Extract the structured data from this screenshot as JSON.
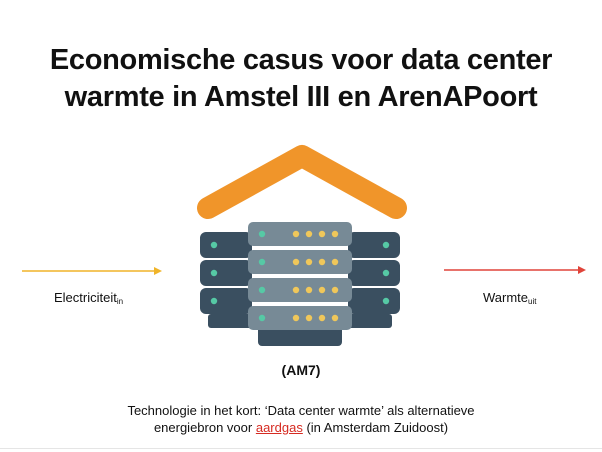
{
  "slide": {
    "title_line1": "Economische casus voor data center",
    "title_line2": "warmte in Amstel III en ArenAPoort",
    "input_label": "Electriciteit",
    "input_sub": "in",
    "output_label": "Warmte",
    "output_sub": "uit",
    "server_caption": "(AM7)",
    "footer_line1": "Technologie in het kort: ‘Data center warmte’ als alternatieve",
    "footer_line2_before": "energiebron voor ",
    "footer_link": "aardgas",
    "footer_line2_after": " (in Amsterdam Zuidoost)"
  },
  "colors": {
    "roof": "#f0952a",
    "server_dark": "#3a4f60",
    "server_light": "#778a96",
    "led_green": "#56c9a5",
    "led_yellow": "#f0c75a",
    "arrow_in": "#f0b429",
    "arrow_out": "#e0443a",
    "link": "#d62b22"
  },
  "icons": [
    "roof-icon",
    "server-rack-icon",
    "arrow-right-icon"
  ]
}
